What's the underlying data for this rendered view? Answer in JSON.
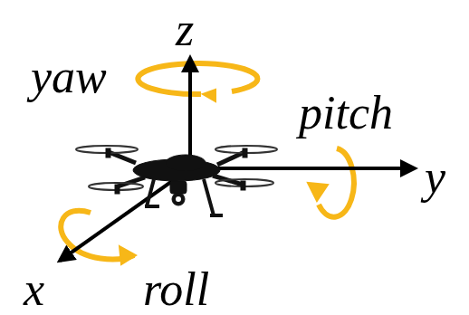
{
  "diagram": {
    "labels": [
      "z",
      "yaw",
      "pitch",
      "y",
      "x",
      "roll"
    ]
  }
}
